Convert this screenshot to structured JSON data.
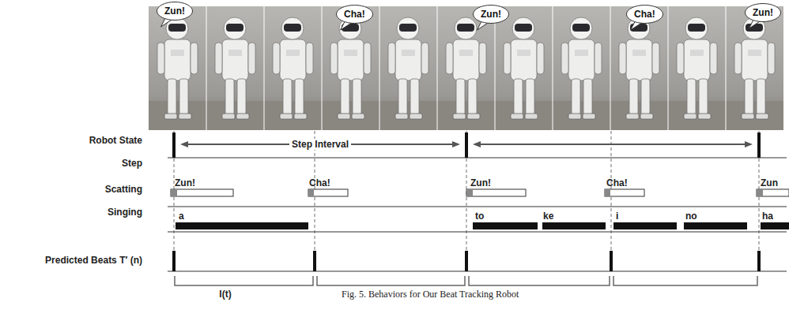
{
  "diagram": {
    "caption": "Fig. 5. Behaviors for Our Beat Tracking Robot",
    "nodes": [
      {
        "text": [
          "Zun!"
        ]
      },
      {
        "text": [
          "Cha!"
        ]
      },
      {
        "text": [
          "Zun!"
        ]
      },
      {
        "text": [
          "Cha!"
        ]
      },
      {
        "text": [
          "Zun!"
        ]
      }
    ],
    "labels": [
      "Robot State",
      "Step",
      "Scatting",
      "Singing",
      "Predicted Beats T′ (n)",
      "Step Interval",
      "Zun!",
      "Cha!",
      "Zun!",
      "Cha!",
      "Zun",
      "a",
      "to",
      "ke",
      "i",
      "no",
      "ha",
      "I(t)"
    ]
  }
}
